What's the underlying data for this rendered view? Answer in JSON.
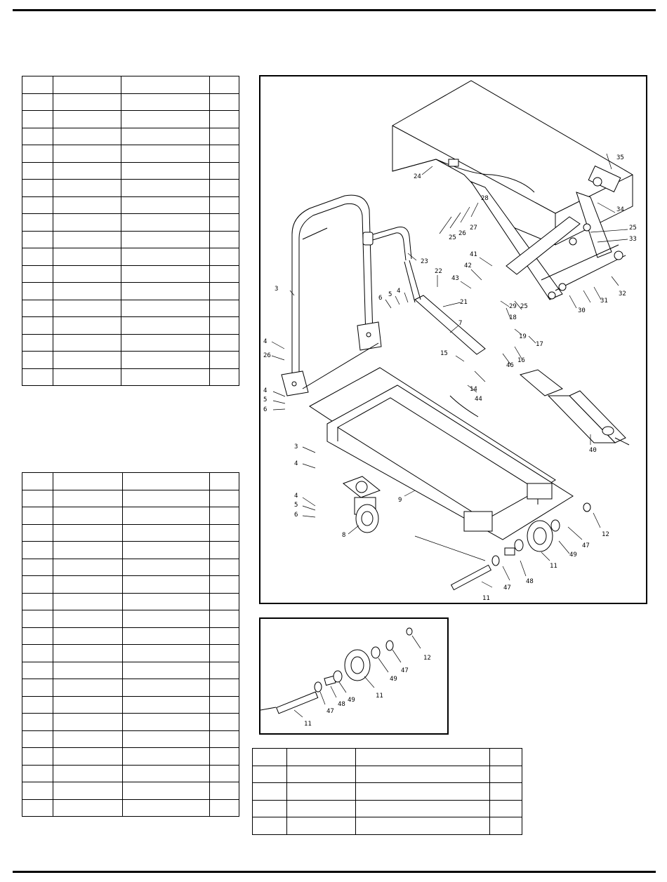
{
  "tables": {
    "table_a_rows": 18,
    "table_b_rows": 20,
    "table_c_rows": 5
  },
  "main_diagram": {
    "callouts": [
      "24",
      "35",
      "34",
      "25",
      "33",
      "28",
      "27",
      "26",
      "25",
      "23",
      "22",
      "41",
      "42",
      "43",
      "6",
      "5",
      "4",
      "21",
      "7",
      "3",
      "4",
      "26",
      "29",
      "25",
      "18",
      "19",
      "17",
      "16",
      "46",
      "15",
      "14",
      "44",
      "32",
      "31",
      "30",
      "4",
      "5",
      "6",
      "40",
      "3",
      "4",
      "4",
      "5",
      "6",
      "9",
      "8",
      "12",
      "47",
      "49",
      "11",
      "48",
      "47",
      "11"
    ]
  },
  "detail_diagram": {
    "callouts": [
      "12",
      "47",
      "49",
      "11",
      "49",
      "48",
      "47",
      "11"
    ]
  }
}
